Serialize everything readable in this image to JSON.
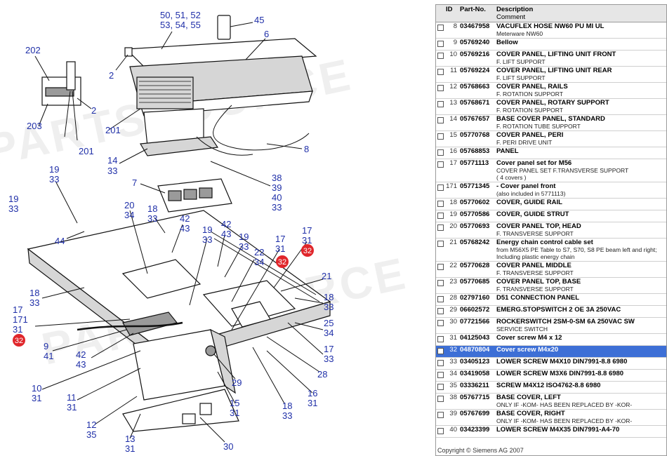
{
  "watermark": "PARTSSOURCE",
  "callouts": [
    {
      "id": "c1",
      "text": "50, 51, 52"
    },
    {
      "id": "c2",
      "text": "53, 54, 55"
    },
    {
      "id": "c3",
      "text": "45"
    },
    {
      "id": "c4",
      "text": "6"
    },
    {
      "id": "c5",
      "text": "2"
    },
    {
      "id": "c6",
      "text": "202"
    },
    {
      "id": "c7",
      "text": "2"
    },
    {
      "id": "c8",
      "text": "203"
    },
    {
      "id": "c9",
      "text": "201"
    },
    {
      "id": "c10",
      "text": "201"
    },
    {
      "id": "c11",
      "text": "8"
    },
    {
      "id": "c12",
      "text": "14"
    },
    {
      "id": "c13",
      "text": "33"
    },
    {
      "id": "c14",
      "text": "7"
    },
    {
      "id": "c15",
      "text": "38"
    },
    {
      "id": "c16",
      "text": "39"
    },
    {
      "id": "c17",
      "text": "40"
    },
    {
      "id": "c18",
      "text": "33"
    },
    {
      "id": "c19",
      "text": "19"
    },
    {
      "id": "c20",
      "text": "33"
    },
    {
      "id": "c21",
      "text": "19"
    },
    {
      "id": "c22",
      "text": "33"
    },
    {
      "id": "c23",
      "text": "20"
    },
    {
      "id": "c24",
      "text": "34"
    },
    {
      "id": "c25",
      "text": "18"
    },
    {
      "id": "c26",
      "text": "33"
    },
    {
      "id": "c27",
      "text": "42"
    },
    {
      "id": "c28",
      "text": "43"
    },
    {
      "id": "c29",
      "text": "44"
    },
    {
      "id": "c30",
      "text": "19"
    },
    {
      "id": "c31",
      "text": "33"
    },
    {
      "id": "c32",
      "text": "42"
    },
    {
      "id": "c33",
      "text": "43"
    },
    {
      "id": "c34",
      "text": "19"
    },
    {
      "id": "c35",
      "text": "33"
    },
    {
      "id": "c36",
      "text": "17"
    },
    {
      "id": "c37",
      "text": "31"
    },
    {
      "id": "c38",
      "text": "17"
    },
    {
      "id": "c39",
      "text": "31"
    },
    {
      "id": "c40",
      "text": "22"
    },
    {
      "id": "c41",
      "text": "34"
    },
    {
      "id": "c42",
      "text": "21"
    },
    {
      "id": "c43",
      "text": "18"
    },
    {
      "id": "c44",
      "text": "33"
    },
    {
      "id": "c45",
      "text": "18"
    },
    {
      "id": "c46",
      "text": "33"
    },
    {
      "id": "c47",
      "text": "17"
    },
    {
      "id": "c48",
      "text": "171"
    },
    {
      "id": "c49",
      "text": "31"
    },
    {
      "id": "c50",
      "text": "25"
    },
    {
      "id": "c51",
      "text": "34"
    },
    {
      "id": "c52",
      "text": "9"
    },
    {
      "id": "c53",
      "text": "41"
    },
    {
      "id": "c54",
      "text": "42"
    },
    {
      "id": "c55",
      "text": "43"
    },
    {
      "id": "c56",
      "text": "17"
    },
    {
      "id": "c57",
      "text": "33"
    },
    {
      "id": "c58",
      "text": "28"
    },
    {
      "id": "c59",
      "text": "29"
    },
    {
      "id": "c60",
      "text": "10"
    },
    {
      "id": "c61",
      "text": "31"
    },
    {
      "id": "c62",
      "text": "11"
    },
    {
      "id": "c63",
      "text": "31"
    },
    {
      "id": "c64",
      "text": "16"
    },
    {
      "id": "c65",
      "text": "31"
    },
    {
      "id": "c66",
      "text": "15"
    },
    {
      "id": "c67",
      "text": "31"
    },
    {
      "id": "c68",
      "text": "18"
    },
    {
      "id": "c69",
      "text": "33"
    },
    {
      "id": "c70",
      "text": "12"
    },
    {
      "id": "c71",
      "text": "35"
    },
    {
      "id": "c72",
      "text": "13"
    },
    {
      "id": "c73",
      "text": "31"
    },
    {
      "id": "c74",
      "text": "30"
    }
  ],
  "red_markers": [
    {
      "id": "r1",
      "text": "32"
    },
    {
      "id": "r2",
      "text": "32"
    },
    {
      "id": "r3",
      "text": "32"
    }
  ],
  "colors": {
    "callout_text": "#1f2fa8",
    "red_marker": "#e0262b",
    "selected_row": "#3d6fd6",
    "header_bg": "#e6e6e6"
  },
  "table": {
    "headers": {
      "id": "ID",
      "part_no": "Part-No.",
      "description": "Description",
      "comment": "Comment"
    },
    "selected_id": "32",
    "rows": [
      {
        "id": "8",
        "part_no": "03467958",
        "desc": "VACUFLEX HOSE NW60 PU MI UL",
        "comment": "Meterware NW60"
      },
      {
        "id": "9",
        "part_no": "05769240",
        "desc": "Bellow",
        "comment": ""
      },
      {
        "id": "10",
        "part_no": "05769216",
        "desc": "COVER PANEL, LIFTING UNIT FRONT",
        "comment": "F. LIFT SUPPORT"
      },
      {
        "id": "11",
        "part_no": "05769224",
        "desc": "COVER PANEL, LIFTING UNIT REAR",
        "comment": "F. LIFT SUPPORT"
      },
      {
        "id": "12",
        "part_no": "05768663",
        "desc": "COVER PANEL, RAILS",
        "comment": "F. ROTATION SUPPORT"
      },
      {
        "id": "13",
        "part_no": "05768671",
        "desc": "COVER PANEL, ROTARY SUPPORT",
        "comment": "F. ROTATION SUPPORT"
      },
      {
        "id": "14",
        "part_no": "05767657",
        "desc": "BASE COVER PANEL, STANDARD",
        "comment": "F. ROTATION TUBE SUPPORT"
      },
      {
        "id": "15",
        "part_no": "05770768",
        "desc": "COVER PANEL, PERI",
        "comment": "F. PERI DRIVE UNIT"
      },
      {
        "id": "16",
        "part_no": "05768853",
        "desc": "PANEL",
        "comment": ""
      },
      {
        "id": "17",
        "part_no": "05771113",
        "desc": "Cover panel set for M56",
        "comment": "COVER PANEL SET F.TRANSVERSE SUPPORT\n( 4 covers )"
      },
      {
        "id": "171",
        "part_no": "05771345",
        "desc": "- Cover panel front",
        "comment": "(also included in 5771113)"
      },
      {
        "id": "18",
        "part_no": "05770602",
        "desc": "COVER, GUIDE RAIL",
        "comment": ""
      },
      {
        "id": "19",
        "part_no": "05770586",
        "desc": "COVER, GUIDE STRUT",
        "comment": ""
      },
      {
        "id": "20",
        "part_no": "05770693",
        "desc": "COVER PANEL TOP, HEAD",
        "comment": "F. TRANSVERSE SUPPORT"
      },
      {
        "id": "21",
        "part_no": "05768242",
        "desc": "Energy chain control cable set",
        "comment": "from M56X5 PE Table to S7, S70, S8 PE beam left and right;\nIncluding plastic energy chain"
      },
      {
        "id": "22",
        "part_no": "05770628",
        "desc": "COVER PANEL MIDDLE",
        "comment": "F. TRANSVERSE SUPPORT"
      },
      {
        "id": "23",
        "part_no": "05770685",
        "desc": "COVER PANEL TOP, BASE",
        "comment": "F. TRANSVERSE SUPPORT"
      },
      {
        "id": "28",
        "part_no": "02797160",
        "desc": "D51 CONNECTION PANEL",
        "comment": ""
      },
      {
        "id": "29",
        "part_no": "06602572",
        "desc": "EMERG.STOPSWITCH 2 OE 3A 250VAC",
        "comment": ""
      },
      {
        "id": "30",
        "part_no": "07721566",
        "desc": "ROCKERSWITCH 2SM-0-SM 6A 250VAC SW",
        "comment": "SERVICE SWITCH"
      },
      {
        "id": "31",
        "part_no": "04125043",
        "desc": "Cover screw M4 x 12",
        "comment": ""
      },
      {
        "id": "32",
        "part_no": "04870804",
        "desc": "Cover screw M4x20",
        "comment": ""
      },
      {
        "id": "33",
        "part_no": "03405123",
        "desc": "LOWER SCREW M4X10 DIN7991-8.8 6980",
        "comment": ""
      },
      {
        "id": "34",
        "part_no": "03419058",
        "desc": "LOWER SCREW M3X6 DIN7991-8.8 6980",
        "comment": ""
      },
      {
        "id": "35",
        "part_no": "03336211",
        "desc": "SCREW M4X12 ISO4762-8.8 6980",
        "comment": ""
      },
      {
        "id": "38",
        "part_no": "05767715",
        "desc": "BASE COVER, LEFT",
        "comment": "ONLY IF -KOM- HAS BEEN REPLACED BY -KOR-"
      },
      {
        "id": "39",
        "part_no": "05767699",
        "desc": "BASE COVER, RIGHT",
        "comment": "ONLY IF -KOM- HAS BEEN REPLACED BY -KOR-"
      },
      {
        "id": "40",
        "part_no": "03423399",
        "desc": "LOWER SCREW M4X35 DIN7991-A4-70",
        "comment": ""
      }
    ]
  },
  "copyright": "Copyright © Siemens AG 2007"
}
